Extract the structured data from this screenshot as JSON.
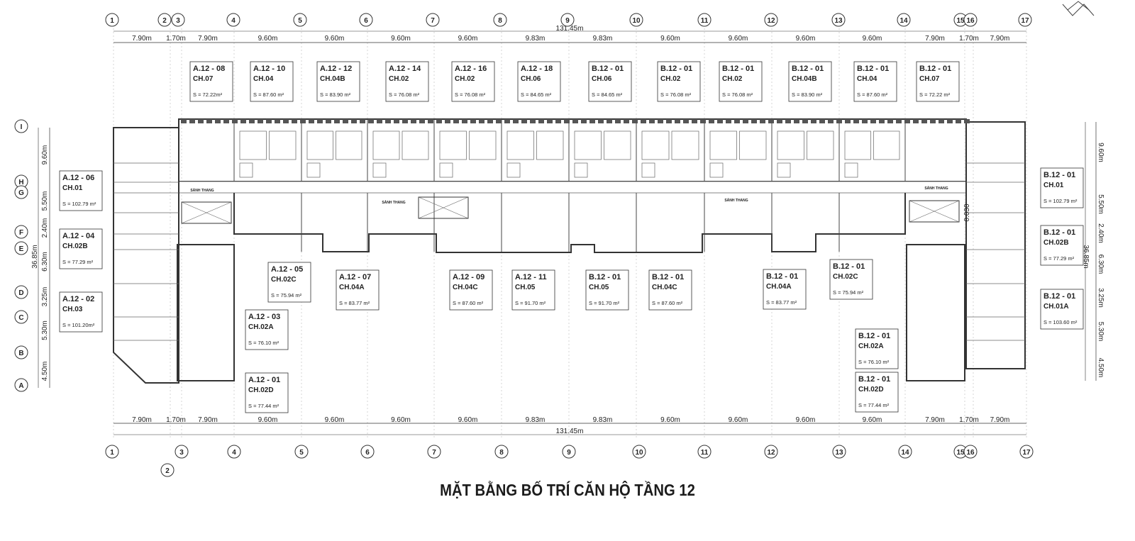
{
  "title": "MẶT BẰNG BỐ TRÍ CĂN HỘ TẦNG 12",
  "grid_columns": [
    "1",
    "2",
    "3",
    "4",
    "5",
    "6",
    "7",
    "8",
    "9",
    "10",
    "11",
    "12",
    "13",
    "14",
    "15",
    "16",
    "17"
  ],
  "grid_rows": [
    "I",
    "H",
    "G",
    "F",
    "E",
    "D",
    "C",
    "B",
    "A"
  ],
  "dims_top": [
    "7.90m",
    "1.70m",
    "7.90m",
    "9.60m",
    "9.60m",
    "9.60m",
    "9.60m",
    "9.83m",
    "9.83m",
    "9.60m",
    "9.60m",
    "9.60m",
    "9.60m",
    "7.90m",
    "1.70m",
    "7.90m"
  ],
  "dims_bottom": [
    "7.90m",
    "1.70m",
    "7.90m",
    "9.60m",
    "9.60m",
    "9.60m",
    "9.60m",
    "9.83m",
    "9.83m",
    "9.60m",
    "9.60m",
    "9.60m",
    "9.60m",
    "7.90m",
    "1.70m",
    "7.90m"
  ],
  "total_length": "131.45m",
  "dims_left": [
    "9.60m",
    "5.50m",
    "2.40m",
    "6.30m",
    "3.25m",
    "5.30m",
    "4.50m"
  ],
  "total_height": "36.85m",
  "dims_right": [
    "9.60m",
    "5.50m",
    "2.40m",
    "6.30m",
    "3.25m",
    "5.30m",
    "4.50m"
  ],
  "total_height_right": "36.85m",
  "corridor_labels": [
    "SẢNH THANG",
    "SẢNH THANG",
    "SẢNH THANG",
    "SẢNH THANG"
  ],
  "small_dim": "0.030",
  "units": [
    {
      "id": "A.12 - 08",
      "type": "CH.07",
      "area": "S = 72.22m²"
    },
    {
      "id": "A.12 - 10",
      "type": "CH.04",
      "area": "S = 87.60 m²"
    },
    {
      "id": "A.12 - 12",
      "type": "CH.04B",
      "area": "S = 83.90 m²"
    },
    {
      "id": "A.12 - 14",
      "type": "CH.02",
      "area": "S = 76.08 m²"
    },
    {
      "id": "A.12 - 16",
      "type": "CH.02",
      "area": "S = 76.08 m²"
    },
    {
      "id": "A.12 - 18",
      "type": "CH.06",
      "area": "S = 84.65 m²"
    },
    {
      "id": "B.12 - 01",
      "type": "CH.06",
      "area": "S = 84.65 m²"
    },
    {
      "id": "B.12 - 01",
      "type": "CH.02",
      "area": "S = 76.08 m²"
    },
    {
      "id": "B.12 - 01",
      "type": "CH.02",
      "area": "S = 76.08 m²"
    },
    {
      "id": "B.12 - 01",
      "type": "CH.04B",
      "area": "S = 83.90 m²"
    },
    {
      "id": "B.12 - 01",
      "type": "CH.04",
      "area": "S = 87.60 m²"
    },
    {
      "id": "B.12 - 01",
      "type": "CH.07",
      "area": "S = 72.22 m²"
    },
    {
      "id": "A.12 - 06",
      "type": "CH.01",
      "area": "S = 102.79 m²"
    },
    {
      "id": "A.12 - 04",
      "type": "CH.02B",
      "area": "S = 77.29 m²"
    },
    {
      "id": "A.12 - 02",
      "type": "CH.03",
      "area": "S = 101.20m²"
    },
    {
      "id": "A.12 - 05",
      "type": "CH.02C",
      "area": "S = 75.94 m²"
    },
    {
      "id": "A.12 - 07",
      "type": "CH.04A",
      "area": "S = 83.77 m²"
    },
    {
      "id": "A.12 - 03",
      "type": "CH.02A",
      "area": "S = 76.10 m²"
    },
    {
      "id": "A.12 - 01",
      "type": "CH.02D",
      "area": "S = 77.44 m²"
    },
    {
      "id": "A.12 - 09",
      "type": "CH.04C",
      "area": "S = 87.60 m²"
    },
    {
      "id": "A.12 - 11",
      "type": "CH.05",
      "area": "S = 91.70 m²"
    },
    {
      "id": "B.12 - 01",
      "type": "CH.05",
      "area": "S = 91.70 m²"
    },
    {
      "id": "B.12 - 01",
      "type": "CH.04C",
      "area": "S = 87.60 m²"
    },
    {
      "id": "B.12 - 01",
      "type": "CH.04A",
      "area": "S = 83.77 m²"
    },
    {
      "id": "B.12 - 01",
      "type": "CH.02C",
      "area": "S = 75.94 m²"
    },
    {
      "id": "B.12 - 01",
      "type": "CH.02A",
      "area": "S = 76.10 m²"
    },
    {
      "id": "B.12 - 01",
      "type": "CH.02D",
      "area": "S = 77.44 m²"
    },
    {
      "id": "B.12 - 01",
      "type": "CH.01",
      "area": "S = 102.79 m²"
    },
    {
      "id": "B.12 - 01",
      "type": "CH.02B",
      "area": "S = 77.29 m²"
    },
    {
      "id": "B.12 - 01",
      "type": "CH.01A",
      "area": "S = 103.60 m²"
    }
  ]
}
